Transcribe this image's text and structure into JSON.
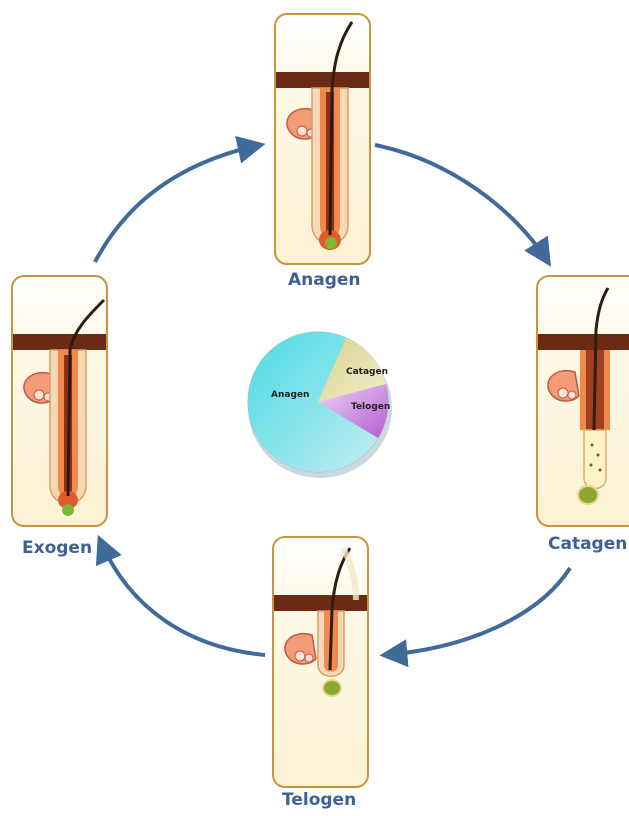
{
  "stages": {
    "anagen": "Anagen",
    "catagen": "Catagen",
    "telogen": "Telogen",
    "exogen": "Exogen"
  },
  "pie": {
    "anagen": "Anagen",
    "catagen": "Catagen",
    "telogen": "Telogen"
  },
  "colors": {
    "arrow": "#3f6a9a",
    "label": "#3c6294",
    "skin": "#6b2a14",
    "panel_border": "#c9943f",
    "panel_fill": "#fdf6df"
  }
}
